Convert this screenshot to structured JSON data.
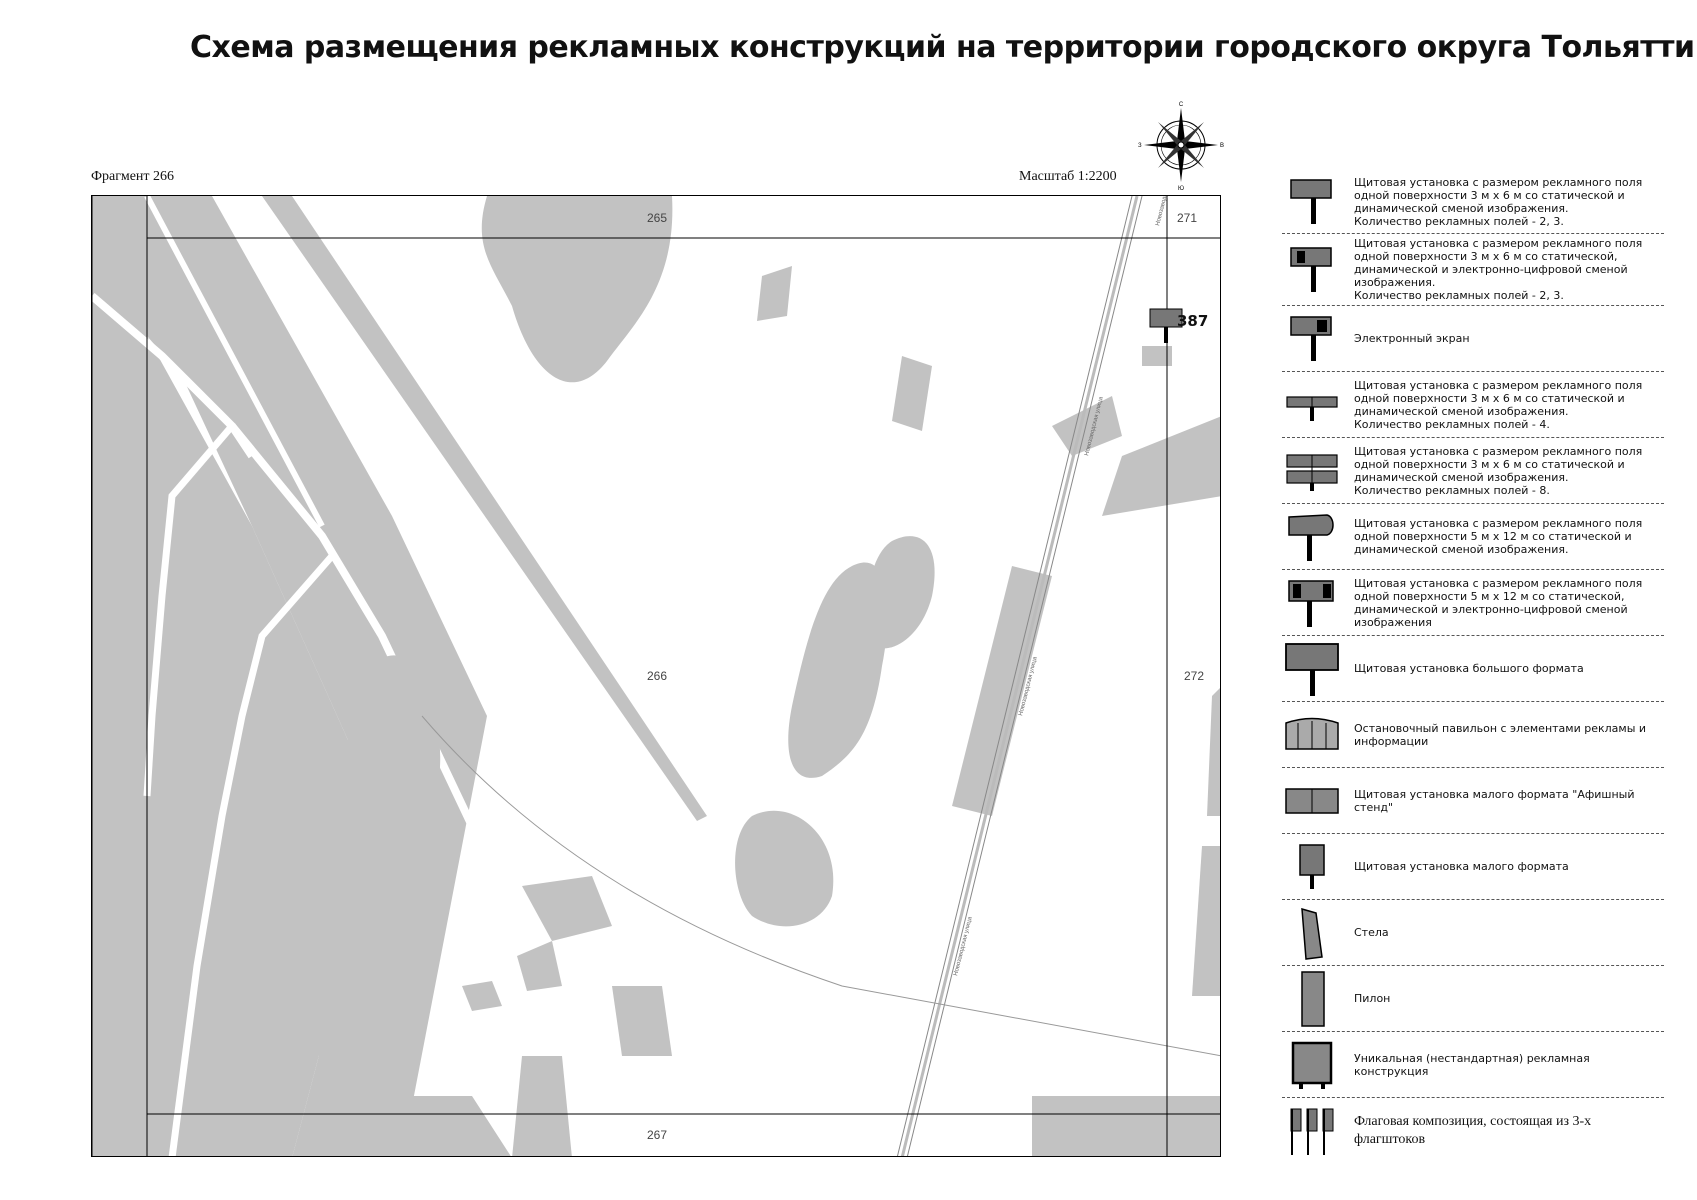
{
  "title": "Схема размещения рекламных конструкций на территории городского округа Тольятти",
  "fragment_label": "Фрагмент 266",
  "scale_label": "Масштаб 1:2200",
  "compass": {
    "n": "С",
    "s": "Ю",
    "w": "З",
    "e": "В"
  },
  "map": {
    "sheet_labels": {
      "top": "265",
      "center": "266",
      "bottom": "267",
      "right_top": "271",
      "right_mid": "272"
    },
    "marker_number": "387",
    "street_labels": [
      "Новозаводская улица",
      "Новозаводская улица",
      "Новозаводская улица",
      "Новозаводская улица"
    ],
    "colors": {
      "building": "#c2c2c2",
      "road": "#ffffff",
      "frame": "#000000"
    }
  },
  "legend": [
    {
      "icon": "billboard-3x6-icon",
      "text": "Щитовая установка с размером рекламного поля одной поверхности 3 м х 6 м со статической и динамической сменой изображения.\nКоличество рекламных полей - 2, 3."
    },
    {
      "icon": "billboard-3x6-digital-icon",
      "text": "Щитовая установка с размером рекламного поля одной поверхности 3 м х 6 м со статической, динамической и электронно-цифровой сменой изображения.\nКоличество рекламных полей - 2, 3."
    },
    {
      "icon": "electronic-screen-icon",
      "text": "Электронный экран"
    },
    {
      "icon": "billboard-4-fields-icon",
      "text": "Щитовая установка с размером рекламного поля одной поверхности 3 м х 6 м со статической и динамической сменой изображения.\nКоличество рекламных полей - 4."
    },
    {
      "icon": "billboard-8-fields-icon",
      "text": "Щитовая установка с размером рекламного поля одной поверхности 3 м х 6 м со статической и динамической сменой изображения.\nКоличество рекламных полей - 8."
    },
    {
      "icon": "billboard-5x12-icon",
      "text": "Щитовая установка с размером рекламного поля одной поверхности 5 м х 12 м со статической и динамической сменой изображения."
    },
    {
      "icon": "billboard-5x12-digital-icon",
      "text": "Щитовая установка с размером рекламного поля одной поверхности 5 м х 12 м со статической, динамической и электронно-цифровой сменой изображения"
    },
    {
      "icon": "large-format-billboard-icon",
      "text": "Щитовая установка большого формата"
    },
    {
      "icon": "bus-stop-pavilion-icon",
      "text": "Остановочный павильон с элементами рекламы и информации"
    },
    {
      "icon": "poster-stand-icon",
      "text": "Щитовая установка малого формата \"Афишный стенд\""
    },
    {
      "icon": "small-format-billboard-icon",
      "text": "Щитовая установка малого формата"
    },
    {
      "icon": "stele-icon",
      "text": "Стела"
    },
    {
      "icon": "pylon-icon",
      "text": "Пилон"
    },
    {
      "icon": "unique-structure-icon",
      "text": "Уникальная (нестандартная) рекламная конструкция"
    },
    {
      "icon": "flag-composition-icon",
      "text": "Флаговая композиция, состоящая из 3-х флагштоков"
    }
  ]
}
